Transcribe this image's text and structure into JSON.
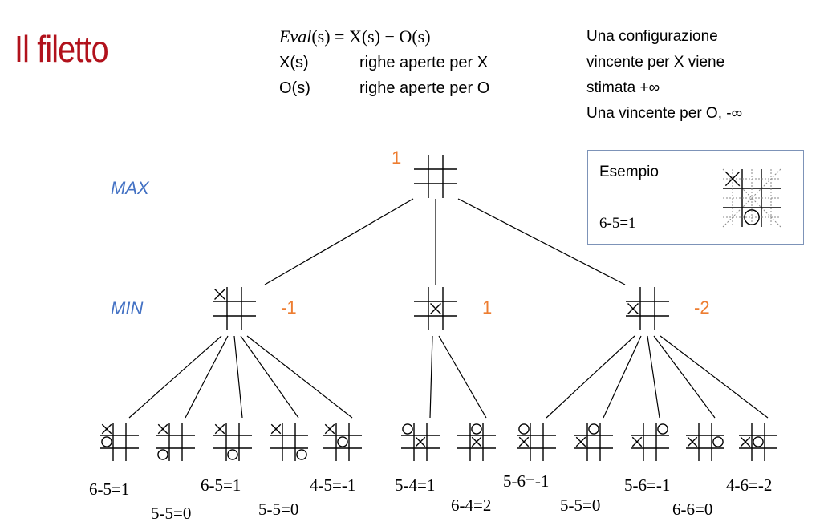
{
  "title": "Il filetto",
  "formula": {
    "eval_lhs": "Eval",
    "eval_rest": "(s) = X(s) − O(s)",
    "x_label": "X(s)",
    "x_desc": "righe aperte per X",
    "o_label": "O(s)",
    "o_desc": "righe aperte per O"
  },
  "note": {
    "line1": "Una configurazione",
    "line2": "vincente per X viene",
    "line3": "stimata +∞",
    "line4": "Una vincente per O, -∞"
  },
  "example": {
    "title": "Esempio",
    "calc": "6-5=1",
    "board": [
      "X",
      "",
      "",
      "",
      "",
      "",
      "",
      "O",
      ""
    ]
  },
  "levels": {
    "max": "MAX",
    "min": "MIN"
  },
  "tree": {
    "root": {
      "score": "1",
      "board": [
        "",
        "",
        "",
        "",
        "",
        "",
        "",
        "",
        ""
      ]
    },
    "mins": [
      {
        "score": "-1",
        "board": [
          "X",
          "",
          "",
          "",
          "",
          "",
          "",
          "",
          ""
        ],
        "leaves": [
          {
            "board": [
              "X",
              "",
              "",
              "O",
              "",
              "",
              "",
              "",
              ""
            ],
            "calc": "6-5=1"
          },
          {
            "board": [
              "X",
              "",
              "",
              "",
              "",
              "",
              "O",
              "",
              ""
            ],
            "calc": "5-5=0"
          },
          {
            "board": [
              "X",
              "",
              "",
              "",
              "",
              "",
              "",
              "O",
              ""
            ],
            "calc": "6-5=1"
          },
          {
            "board": [
              "X",
              "",
              "",
              "",
              "",
              "",
              "",
              "",
              "O"
            ],
            "calc": "5-5=0"
          },
          {
            "board": [
              "X",
              "",
              "",
              "",
              "O",
              "",
              "",
              "",
              ""
            ],
            "calc": "4-5=-1"
          }
        ]
      },
      {
        "score": "1",
        "board": [
          "",
          "",
          "",
          "",
          "X",
          "",
          "",
          "",
          ""
        ],
        "leaves": [
          {
            "board": [
              "O",
              "",
              "",
              "",
              "X",
              "",
              "",
              "",
              ""
            ],
            "calc": "5-4=1"
          },
          {
            "board": [
              "",
              "O",
              "",
              "",
              "X",
              "",
              "",
              "",
              ""
            ],
            "calc": "6-4=2"
          }
        ]
      },
      {
        "score": "-2",
        "board": [
          "",
          "",
          "",
          "X",
          "",
          "",
          "",
          "",
          ""
        ],
        "leaves": [
          {
            "board": [
              "O",
              "",
              "",
              "X",
              "",
              "",
              "",
              "",
              ""
            ],
            "calc": "5-6=-1"
          },
          {
            "board": [
              "",
              "O",
              "",
              "X",
              "",
              "",
              "",
              "",
              ""
            ],
            "calc": "5-5=0"
          },
          {
            "board": [
              "",
              "",
              "O",
              "X",
              "",
              "",
              "",
              "",
              ""
            ],
            "calc": "5-6=-1"
          },
          {
            "board": [
              "",
              "",
              "",
              "X",
              "",
              "O",
              "",
              "",
              ""
            ],
            "calc": "6-6=0"
          },
          {
            "board": [
              "",
              "",
              "",
              "X",
              "O",
              "",
              "",
              "",
              ""
            ],
            "calc": "4-6=-2"
          }
        ]
      }
    ]
  }
}
